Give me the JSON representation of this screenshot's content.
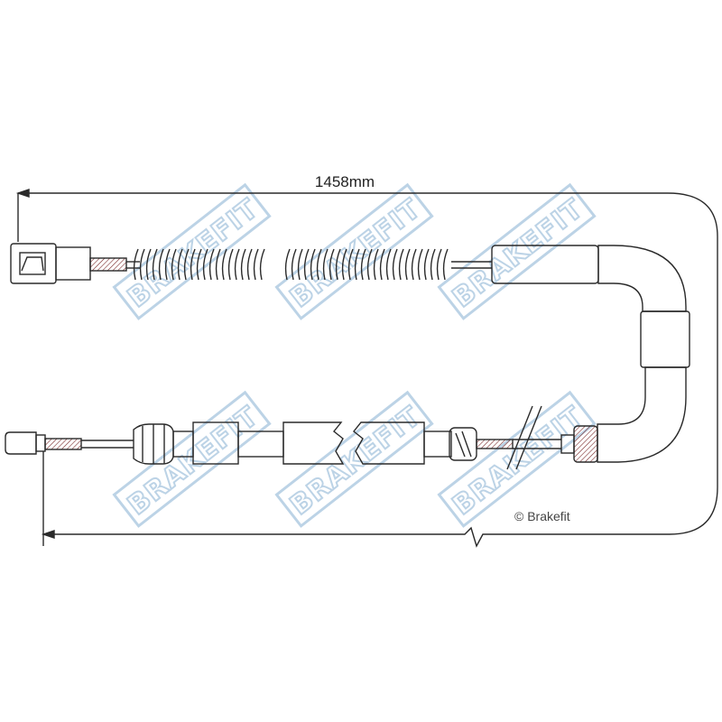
{
  "diagram": {
    "dimension_label": "1458mm",
    "copyright": "© Brakefit",
    "line_color": "#2a2a2a",
    "hatch_color": "#7a2a2a"
  },
  "watermark": {
    "text": "BRAKEFIT",
    "color": "#bcd3e6"
  }
}
